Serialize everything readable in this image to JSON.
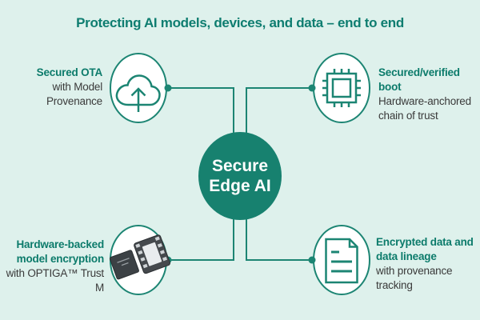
{
  "colors": {
    "background": "#def1ec",
    "teal_stroke": "#1c8573",
    "teal_text": "#0c7b6b",
    "title_text": "#0e7d70",
    "node_fill": "#17816f",
    "body_text": "#3a3a3a",
    "icon_circle_fill": "#ffffff",
    "chip_dark": "#3c4145",
    "chip_pad_light": "#e9ecee"
  },
  "title": "Protecting AI models, devices, and data – end to end",
  "center_node": {
    "line1": "Secure",
    "line2": "Edge AI"
  },
  "nodes": [
    {
      "id": "secured-ota",
      "icon": "cloud-upload-icon",
      "heading": "Secured OTA",
      "body": "with Model\nProvenance"
    },
    {
      "id": "secured-verified-boot",
      "icon": "chip-icon",
      "heading": "Secured/verified boot",
      "body": "Hardware-anchored\nchain of trust"
    },
    {
      "id": "hardware-backed-model-encryption",
      "icon": "optiga-trust-m-chips-icon",
      "heading": "Hardware-backed\nmodel encryption",
      "body": "with OPTIGA™ Trust M"
    },
    {
      "id": "encrypted-data-lineage",
      "icon": "document-icon",
      "heading": "Encrypted data and\ndata lineage",
      "body": "with provenance\ntracking"
    }
  ]
}
